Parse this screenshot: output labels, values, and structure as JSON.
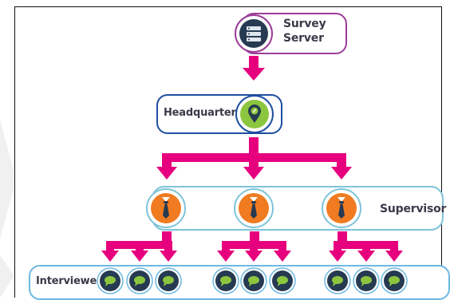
{
  "nodes": {
    "server": {
      "line1": "Survey",
      "line2": "Server",
      "icon": "server-icon"
    },
    "headquarters": {
      "label": "Headquarters",
      "icon": "map-pin-icon"
    },
    "supervisor": {
      "label": "Supervisor",
      "icon": "tie-icon",
      "count": 3
    },
    "interviewer": {
      "label": "Interviewer",
      "icon": "chat-bubble-icon",
      "count": 9
    }
  },
  "colors": {
    "arrow": "#e6007e",
    "server_border": "#9c3d97",
    "headquarters_border": "#1f4fa0",
    "supervisor_border": "#7fc3d8",
    "supervisor_icon": "#f07b20",
    "interviewer_border": "#6db8e0",
    "dark_circle": "#263a52",
    "icon_green": "#8cc63f"
  }
}
